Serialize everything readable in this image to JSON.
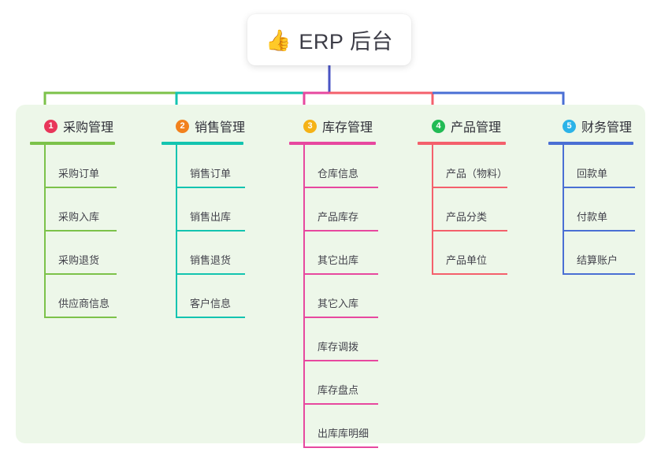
{
  "root": {
    "icon": "thumbs-up-icon",
    "emoji": "👍",
    "title": "ERP 后台"
  },
  "theme": {
    "panel_bg": "#edf7e9",
    "page_bg": "#ffffff",
    "root_stem": "#4a54c4",
    "text": "#2f2f38",
    "leaf_text": "#43434c"
  },
  "branches": [
    {
      "number": "1",
      "title": "采购管理",
      "badge_color": "#e8365a",
      "line_color": "#7cc24a",
      "leaves": [
        {
          "label": "采购订单"
        },
        {
          "label": "采购入库"
        },
        {
          "label": "采购退货"
        },
        {
          "label": "供应商信息"
        }
      ]
    },
    {
      "number": "2",
      "title": "销售管理",
      "badge_color": "#f2811d",
      "line_color": "#13c4b0",
      "leaves": [
        {
          "label": "销售订单"
        },
        {
          "label": "销售出库"
        },
        {
          "label": "销售退货"
        },
        {
          "label": "客户信息"
        }
      ]
    },
    {
      "number": "3",
      "title": "库存管理",
      "badge_color": "#f5b216",
      "line_color": "#e7489f",
      "leaves": [
        {
          "label": "仓库信息"
        },
        {
          "label": "产品库存"
        },
        {
          "label": "其它出库"
        },
        {
          "label": "其它入库"
        },
        {
          "label": "库存调拨"
        },
        {
          "label": "库存盘点"
        },
        {
          "label": "出库库明细"
        }
      ]
    },
    {
      "number": "4",
      "title": "产品管理",
      "badge_color": "#22bb55",
      "line_color": "#f4606c",
      "leaves": [
        {
          "label": "产品（物料）"
        },
        {
          "label": "产品分类"
        },
        {
          "label": "产品单位"
        }
      ]
    },
    {
      "number": "5",
      "title": "财务管理",
      "badge_color": "#2bb3e8",
      "line_color": "#4a6fd4",
      "leaves": [
        {
          "label": "回款单"
        },
        {
          "label": "付款单"
        },
        {
          "label": "结算账户"
        }
      ]
    }
  ]
}
